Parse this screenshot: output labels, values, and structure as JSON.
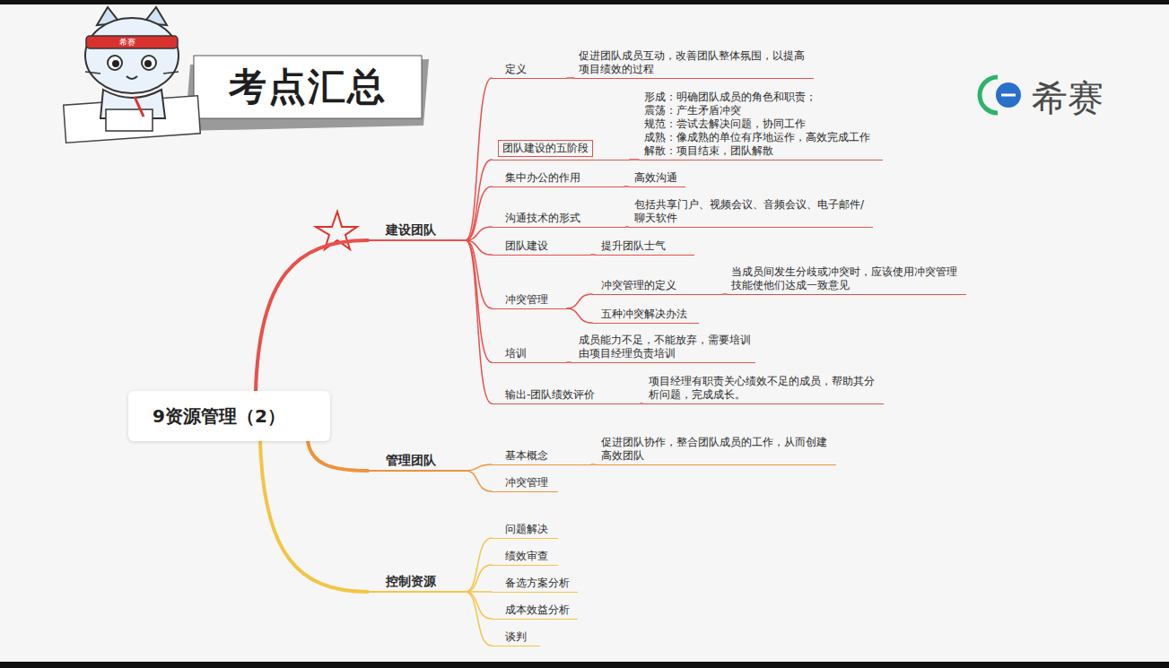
{
  "diagram": {
    "title": "考点汇总",
    "nodes": [
      {
        "text": [
          "9资源管理（2）"
        ]
      },
      {
        "text": [
          "建设团队"
        ]
      },
      {
        "text": [
          "定义"
        ]
      },
      {
        "text": [
          "促进团队成员互动，改善团队整体氛围，以提高项目绩效的过程"
        ]
      },
      {
        "text": [
          "团队建设的五阶段"
        ]
      },
      {
        "text": [
          "形成：明确团队成员的角色和职责；",
          "震荡：产生矛盾冲突",
          "规范：尝试去解决问题，协同工作",
          "成熟：像成熟的单位有序地运作，高效完成工作",
          "解散：项目结束，团队解散"
        ]
      },
      {
        "text": [
          "集中办公的作用"
        ]
      },
      {
        "text": [
          "高效沟通"
        ]
      },
      {
        "text": [
          "沟通技术的形式"
        ]
      },
      {
        "text": [
          "包括共享门户、视频会议、音频会议、电子邮件/聊天软件"
        ]
      },
      {
        "text": [
          "团队建设"
        ]
      },
      {
        "text": [
          "提升团队士气"
        ]
      },
      {
        "text": [
          "冲突管理"
        ]
      },
      {
        "text": [
          "冲突管理的定义"
        ]
      },
      {
        "text": [
          "当成员间发生分歧或冲突时，应该使用冲突管理技能使他们达成一致意见"
        ]
      },
      {
        "text": [
          "五种冲突解决办法"
        ]
      },
      {
        "text": [
          "培训"
        ]
      },
      {
        "text": [
          "成员能力不足，不能放弃，需要培训",
          "由项目经理负责培训"
        ]
      },
      {
        "text": [
          "输出-团队绩效评价"
        ]
      },
      {
        "text": [
          "项目经理有职责关心绩效不足的成员，帮助其分析问题，完成成长。"
        ]
      },
      {
        "text": [
          "管理团队"
        ]
      },
      {
        "text": [
          "基本概念"
        ]
      },
      {
        "text": [
          "促进团队协作，整合团队成员的工作，从而创建高效团队"
        ]
      },
      {
        "text": [
          "冲突管理"
        ]
      },
      {
        "text": [
          "控制资源"
        ]
      },
      {
        "text": [
          "问题解决"
        ]
      },
      {
        "text": [
          "绩效审查"
        ]
      },
      {
        "text": [
          "备选方案分析"
        ]
      },
      {
        "text": [
          "成本效益分析"
        ]
      },
      {
        "text": [
          "谈判"
        ]
      }
    ],
    "edges": [
      {
        "from": 0,
        "to": 1,
        "arrow": "none"
      },
      {
        "from": 0,
        "to": 20,
        "arrow": "none"
      },
      {
        "from": 0,
        "to": 24,
        "arrow": "none"
      },
      {
        "from": 1,
        "to": 2,
        "arrow": "none"
      },
      {
        "from": 2,
        "to": 3,
        "arrow": "none"
      },
      {
        "from": 1,
        "to": 4,
        "arrow": "none"
      },
      {
        "from": 4,
        "to": 5,
        "arrow": "none"
      },
      {
        "from": 1,
        "to": 6,
        "arrow": "none"
      },
      {
        "from": 6,
        "to": 7,
        "arrow": "none"
      },
      {
        "from": 1,
        "to": 8,
        "arrow": "none"
      },
      {
        "from": 8,
        "to": 9,
        "arrow": "none"
      },
      {
        "from": 1,
        "to": 10,
        "arrow": "none"
      },
      {
        "from": 10,
        "to": 11,
        "arrow": "none"
      },
      {
        "from": 1,
        "to": 12,
        "arrow": "none"
      },
      {
        "from": 12,
        "to": 13,
        "arrow": "none"
      },
      {
        "from": 13,
        "to": 14,
        "arrow": "none"
      },
      {
        "from": 12,
        "to": 15,
        "arrow": "none"
      },
      {
        "from": 1,
        "to": 16,
        "arrow": "none"
      },
      {
        "from": 16,
        "to": 17,
        "arrow": "none"
      },
      {
        "from": 1,
        "to": 18,
        "arrow": "none"
      },
      {
        "from": 18,
        "to": 19,
        "arrow": "none"
      },
      {
        "from": 20,
        "to": 21,
        "arrow": "none"
      },
      {
        "from": 21,
        "to": 22,
        "arrow": "none"
      },
      {
        "from": 20,
        "to": 23,
        "arrow": "none"
      },
      {
        "from": 24,
        "to": 25,
        "arrow": "none"
      },
      {
        "from": 24,
        "to": 26,
        "arrow": "none"
      },
      {
        "from": 24,
        "to": 27,
        "arrow": "none"
      },
      {
        "from": 24,
        "to": 28,
        "arrow": "none"
      },
      {
        "from": 24,
        "to": 29,
        "arrow": "none"
      }
    ],
    "labels": [
      "希赛",
      "希赛"
    ]
  }
}
